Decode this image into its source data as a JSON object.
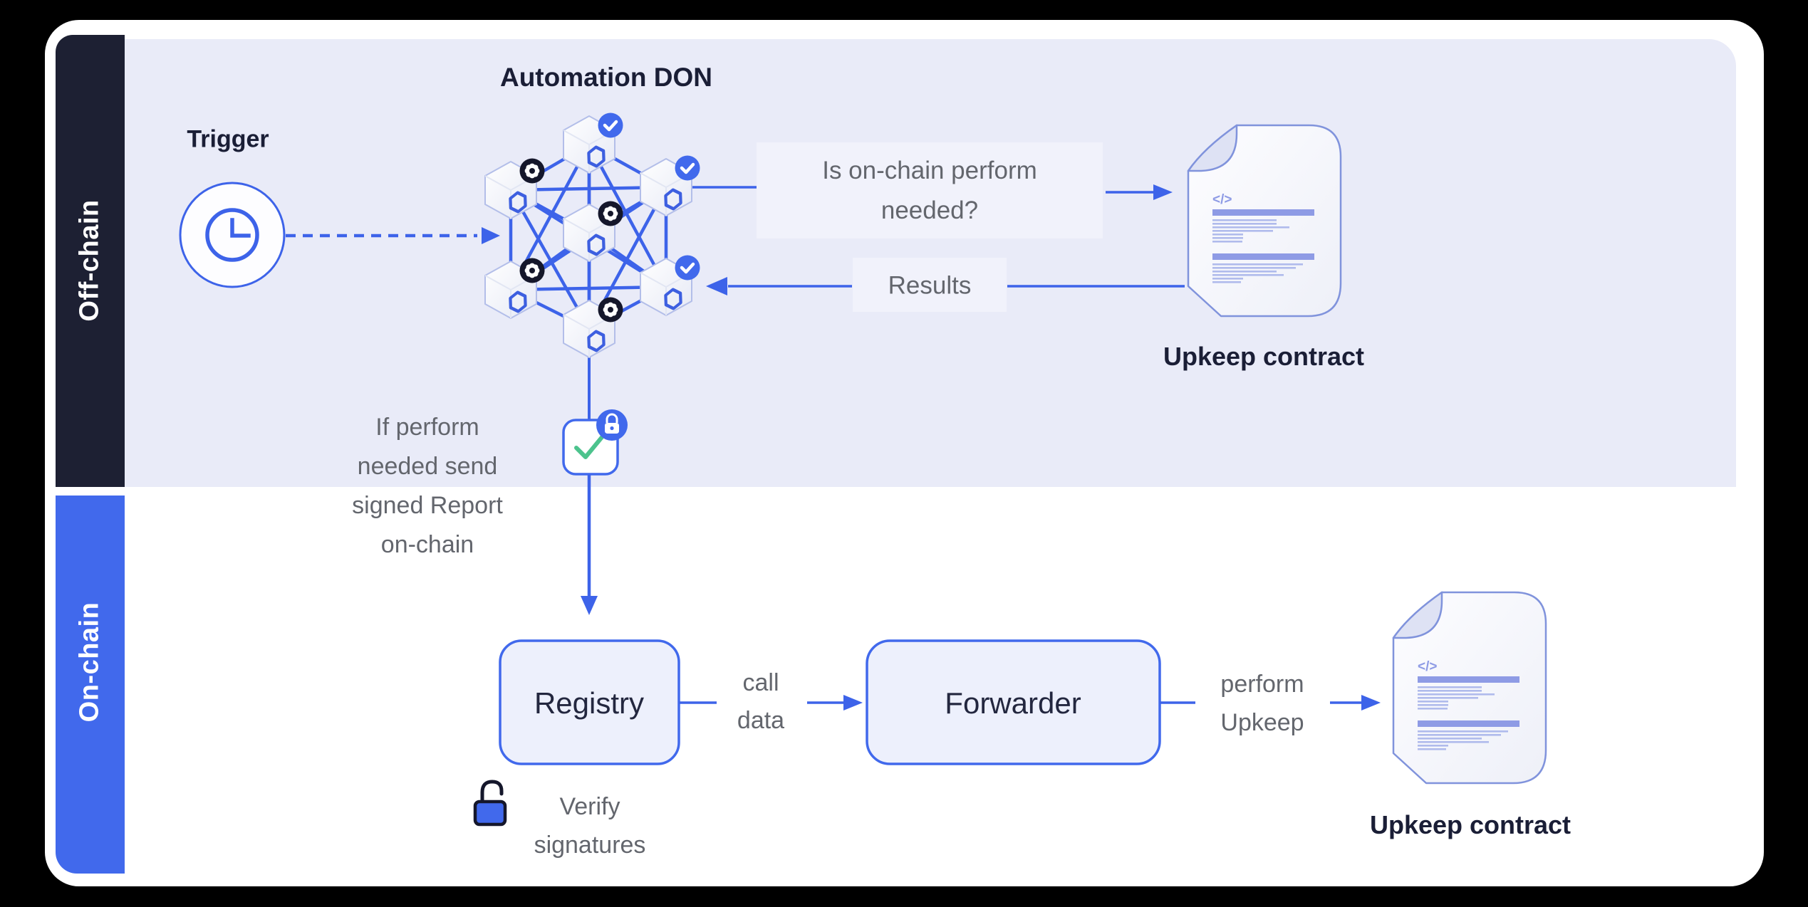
{
  "colors": {
    "frame_bg": "#000000",
    "canvas_bg": "#FFFFFF",
    "offchain_band_bg": "#E9EBF8",
    "offchain_strip_bg": "#1D2033",
    "onchain_strip_bg": "#4169EC",
    "accent_blue": "#3D63E9",
    "node_badge_dark": "#15172B",
    "green_check": "#4CC38D",
    "gray_text": "#63666D",
    "dark_text": "#1A1E36"
  },
  "lanes": {
    "offchain": {
      "label": "Off-chain"
    },
    "onchain": {
      "label": "On-chain"
    }
  },
  "trigger": {
    "label": "Trigger",
    "icon": "clock-icon"
  },
  "don": {
    "title": "Automation DON",
    "nodes": [
      {
        "badge": "check"
      },
      {
        "badge": "gear"
      },
      {
        "badge": "check"
      },
      {
        "badge": "gear"
      },
      {
        "badge": "gear"
      },
      {
        "badge": "check"
      },
      {
        "badge": "gear"
      }
    ]
  },
  "flow_labels": {
    "is_onchain_line1": "Is on-chain perform",
    "is_onchain_line2": "needed?",
    "results": "Results",
    "if_perform_line1": "If perform",
    "if_perform_line2": "needed send",
    "if_perform_line3": "signed Report",
    "if_perform_line4": "on-chain",
    "call_data_line1": "call",
    "call_data_line2": "data",
    "perform_upkeep_line1": "perform",
    "perform_upkeep_line2": "Upkeep",
    "verify_line1": "Verify",
    "verify_line2": "signatures"
  },
  "boxes": {
    "registry": {
      "label": "Registry"
    },
    "forwarder": {
      "label": "Forwarder"
    }
  },
  "contracts": {
    "top": {
      "label": "Upkeep contract"
    },
    "bottom": {
      "label": "Upkeep contract"
    }
  },
  "icons": {
    "code_glyph": "</>"
  }
}
